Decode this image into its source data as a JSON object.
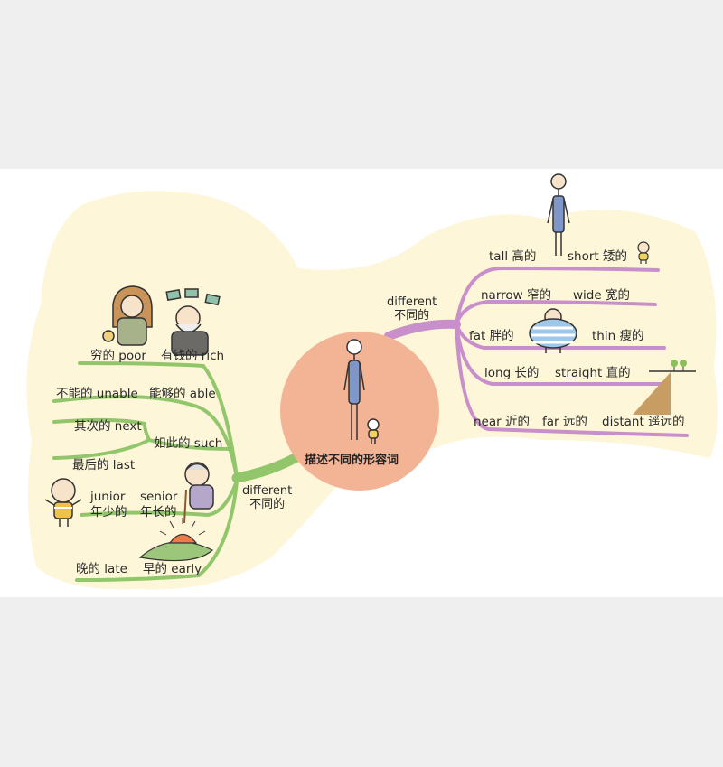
{
  "center": {
    "title": "描述不同的形容词"
  },
  "right_branch": {
    "hub": {
      "en": "different",
      "zh": "不同的"
    },
    "items": [
      {
        "text": "tall 高的"
      },
      {
        "text": "short 矮的"
      },
      {
        "text": "narrow 窄的"
      },
      {
        "text": "wide 宽的"
      },
      {
        "text": "fat 胖的"
      },
      {
        "text": "thin 瘦的"
      },
      {
        "text": "long 长的"
      },
      {
        "text": "straight 直的"
      },
      {
        "text": "near 近的"
      },
      {
        "text": "far 远的"
      },
      {
        "text": "distant 遥远的"
      }
    ]
  },
  "left_branch": {
    "hub": {
      "en": "different",
      "zh": "不同的"
    },
    "items": [
      {
        "text": "穷的 poor"
      },
      {
        "text": "有钱的 rich"
      },
      {
        "text": "不能的 unable"
      },
      {
        "text": "能够的 able"
      },
      {
        "text": "其次的 next"
      },
      {
        "text": "如此的 such"
      },
      {
        "text": "最后的 last"
      },
      {
        "text": "junior"
      },
      {
        "text": "年少的"
      },
      {
        "text": "senior"
      },
      {
        "text": "年长的"
      },
      {
        "text": "晚的 late"
      },
      {
        "text": "早的 early"
      }
    ]
  },
  "colors": {
    "left_branch": "#92c66a",
    "right_branch": "#c98fcb",
    "center_circle": "#f3b395",
    "background_blob": "#fdf6d8"
  },
  "icons": [
    "tall-person-icon",
    "short-child-icon",
    "fat-man-icon",
    "slope-trees-icon",
    "poor-woman-icon",
    "rich-man-icon",
    "boy-icon",
    "old-man-icon",
    "sunrise-icon",
    "center-figures-icon"
  ]
}
